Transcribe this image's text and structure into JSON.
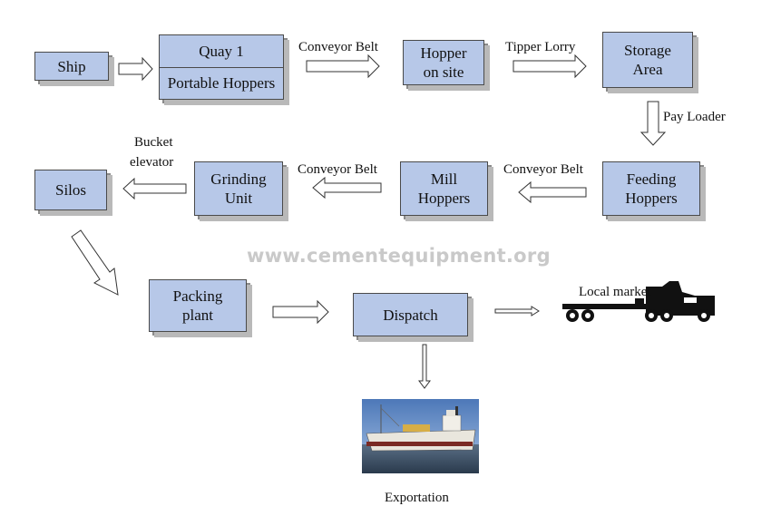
{
  "watermark": "www.cementequipment.org",
  "nodes": {
    "ship": "Ship",
    "quay_top": "Quay 1",
    "quay_bottom": "Portable Hoppers",
    "hopper_site": [
      "Hopper",
      "on site"
    ],
    "storage": [
      "Storage",
      "Area"
    ],
    "feeding": [
      "Feeding",
      "Hoppers"
    ],
    "mill": [
      "Mill",
      "Hoppers"
    ],
    "grinding": [
      "Grinding",
      "Unit"
    ],
    "silos": "Silos",
    "packing": [
      "Packing",
      "plant"
    ],
    "dispatch": "Dispatch"
  },
  "labels": {
    "conveyor_1": "Conveyor Belt",
    "tipper": "Tipper Lorry",
    "pay_loader": "Pay Loader",
    "conveyor_2": "Conveyor Belt",
    "conveyor_3": "Conveyor Belt",
    "bucket_1": "Bucket",
    "bucket_2": "elevator",
    "local_market": "Local market",
    "exportation": "Exportation"
  },
  "icons": {
    "truck": "truck-icon",
    "ship_photo": "cargo-ship-photo"
  }
}
